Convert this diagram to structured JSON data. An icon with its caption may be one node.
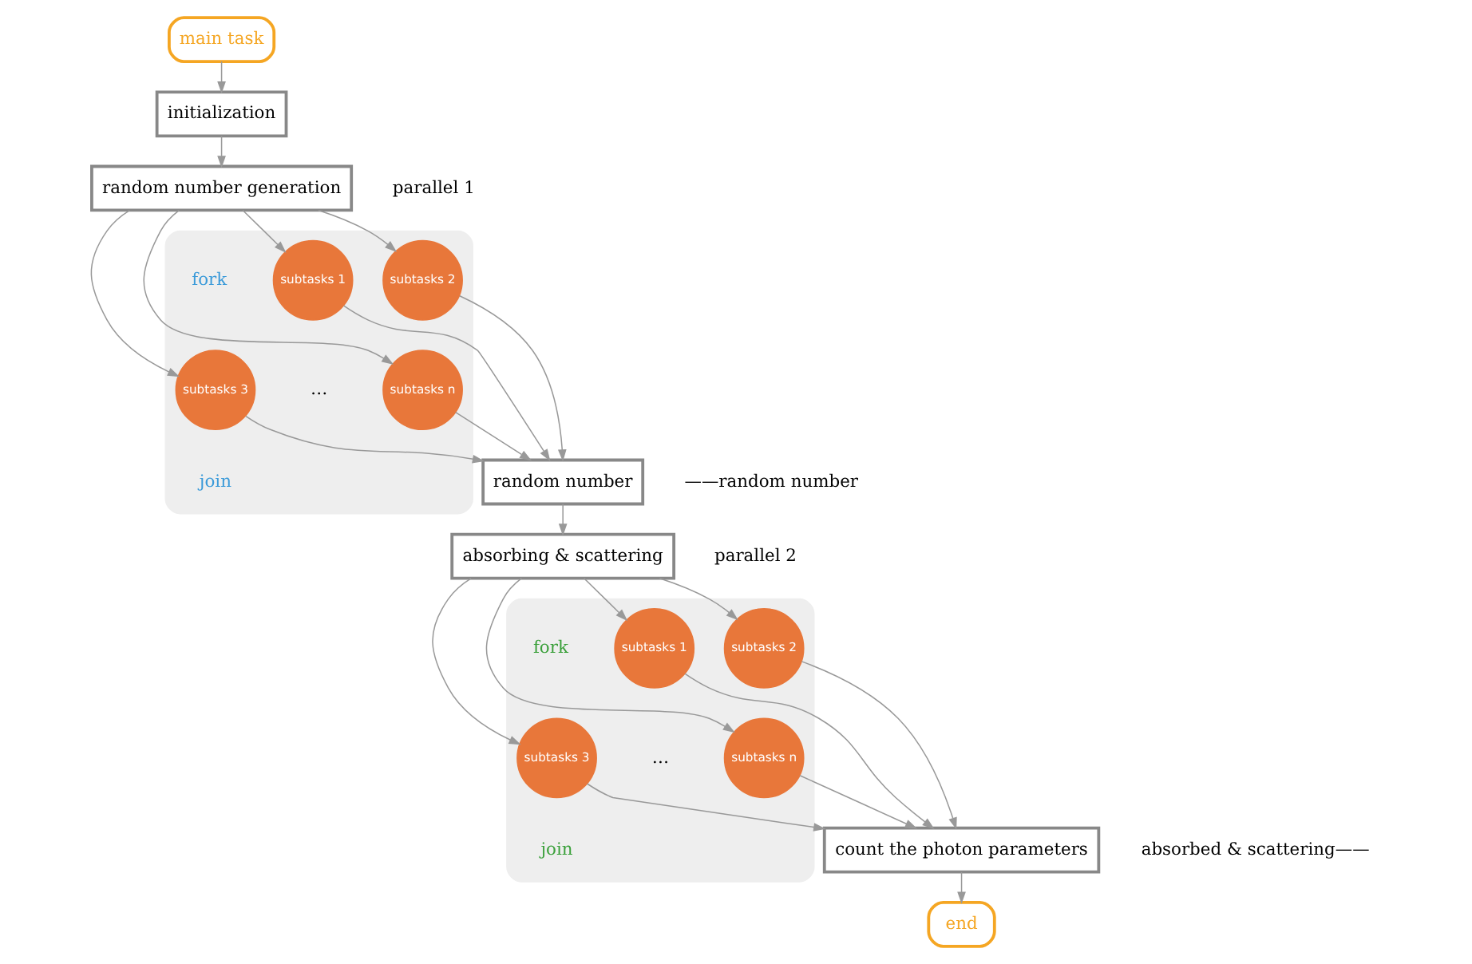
{
  "diagram": {
    "nodes": [
      {
        "text": [
          "main task"
        ]
      },
      {
        "text": [
          "initialization"
        ]
      },
      {
        "text": [
          "random number generation"
        ]
      },
      {
        "text": [],
        "shape": "box"
      },
      {
        "text": [
          "subtasks 1"
        ],
        "in": 3
      },
      {
        "text": [
          "subtasks 2"
        ],
        "in": 3
      },
      {
        "text": [
          "subtasks 3"
        ],
        "in": 3
      },
      {
        "text": [
          "subtasks n"
        ],
        "in": 3
      },
      {
        "text": [
          "random number"
        ]
      },
      {
        "text": [
          "absorbing & scattering"
        ]
      },
      {
        "text": [],
        "shape": "box"
      },
      {
        "text": [
          "subtasks 1"
        ],
        "in": 10
      },
      {
        "text": [
          "subtasks 2"
        ],
        "in": 10
      },
      {
        "text": [
          "subtasks 3"
        ],
        "in": 10
      },
      {
        "text": [
          "subtasks n"
        ],
        "in": 10
      },
      {
        "text": [
          "count the photon parameters"
        ]
      },
      {
        "text": [
          "end"
        ]
      }
    ],
    "edges": [
      {
        "from": 0,
        "to": 1,
        "arrow": "to"
      },
      {
        "from": 1,
        "to": 2,
        "arrow": "to"
      },
      {
        "from": 2,
        "to": 4,
        "arrow": "to"
      },
      {
        "from": 2,
        "to": 5,
        "arrow": "to"
      },
      {
        "from": 2,
        "to": 6,
        "arrow": "to"
      },
      {
        "from": 2,
        "to": 7,
        "arrow": "to"
      },
      {
        "from": 4,
        "to": 8,
        "arrow": "to"
      },
      {
        "from": 5,
        "to": 8,
        "arrow": "to"
      },
      {
        "from": 6,
        "to": 8,
        "arrow": "to"
      },
      {
        "from": 7,
        "to": 8,
        "arrow": "to"
      },
      {
        "from": 8,
        "to": 9,
        "arrow": "to"
      },
      {
        "from": 9,
        "to": 11,
        "arrow": "to"
      },
      {
        "from": 9,
        "to": 12,
        "arrow": "to"
      },
      {
        "from": 9,
        "to": 13,
        "arrow": "to"
      },
      {
        "from": 9,
        "to": 14,
        "arrow": "to"
      },
      {
        "from": 11,
        "to": 15,
        "arrow": "to"
      },
      {
        "from": 12,
        "to": 15,
        "arrow": "to"
      },
      {
        "from": 13,
        "to": 15,
        "arrow": "to"
      },
      {
        "from": 14,
        "to": 15,
        "arrow": "to"
      },
      {
        "from": 15,
        "to": 16,
        "arrow": "to"
      }
    ],
    "labels": [
      "fork",
      "…",
      "join",
      "parallel 1",
      "——random number",
      "fork",
      "…",
      "join",
      "parallel 2",
      "absorbed & scattering——"
    ]
  }
}
